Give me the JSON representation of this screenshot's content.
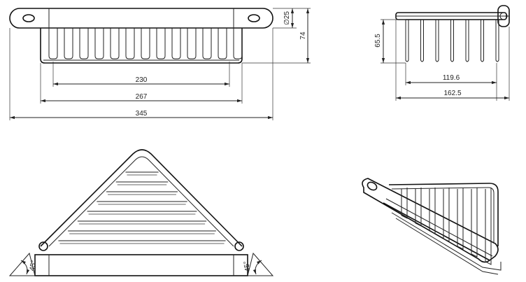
{
  "dimensions": {
    "d_230": "230",
    "d_267": "267",
    "d_345": "345",
    "d_74": "74",
    "d_25": "∅25",
    "d_65_5": "65.5",
    "d_119_6": "119.6",
    "d_162_5": "162.5",
    "angle_left": "45°",
    "angle_right": "45°"
  }
}
